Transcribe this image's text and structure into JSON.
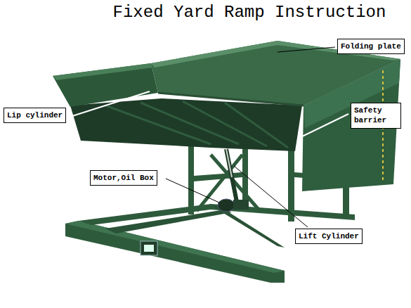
{
  "diagram": {
    "title": "Fixed Yard Ramp Instruction",
    "nodes": [
      {
        "text": [
          "Folding plate"
        ]
      },
      {
        "text": [
          "Lip cylinder"
        ]
      },
      {
        "text": [
          "Safety barrier"
        ]
      },
      {
        "text": [
          "Motor,Oil Box"
        ]
      },
      {
        "text": [
          "Lift Cylinder"
        ]
      }
    ]
  }
}
